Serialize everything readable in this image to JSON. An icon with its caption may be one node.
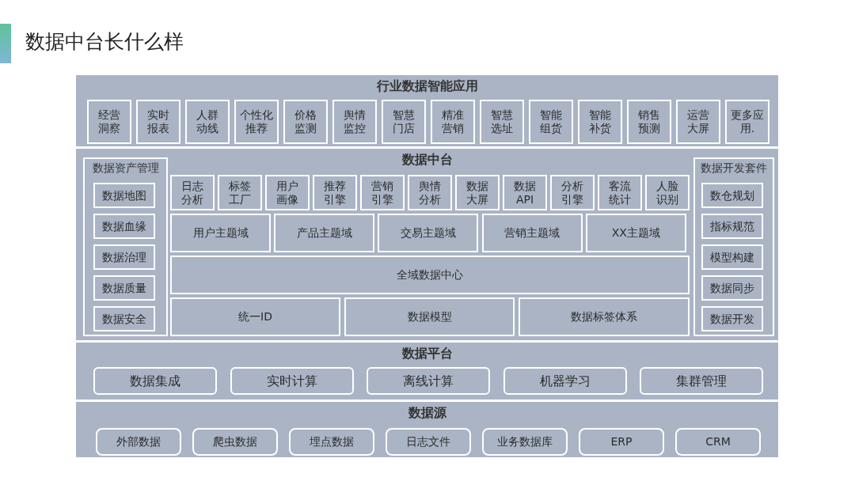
{
  "diagram": {
    "title": "数据中台长什么样",
    "nodes": [
      {
        "text": [
          "行业数据智能应用"
        ]
      },
      {
        "text": [
          "经营洞察"
        ],
        "in": 0
      },
      {
        "text": [
          "实时报表"
        ],
        "in": 0
      },
      {
        "text": [
          "人群动线"
        ],
        "in": 0
      },
      {
        "text": [
          "个性化推荐"
        ],
        "in": 0
      },
      {
        "text": [
          "价格监测"
        ],
        "in": 0
      },
      {
        "text": [
          "舆情监控"
        ],
        "in": 0
      },
      {
        "text": [
          "智慧门店"
        ],
        "in": 0
      },
      {
        "text": [
          "精准营销"
        ],
        "in": 0
      },
      {
        "text": [
          "智慧选址"
        ],
        "in": 0
      },
      {
        "text": [
          "智能组货"
        ],
        "in": 0
      },
      {
        "text": [
          "智能补货"
        ],
        "in": 0
      },
      {
        "text": [
          "销售预测"
        ],
        "in": 0
      },
      {
        "text": [
          "运营大屏"
        ],
        "in": 0
      },
      {
        "text": [
          "更多应用."
        ],
        "in": 0
      },
      {
        "text": [
          "数据中台"
        ]
      },
      {
        "text": [
          "数据资产管理"
        ],
        "in": 15
      },
      {
        "text": [
          "数据地图"
        ],
        "in": 16
      },
      {
        "text": [
          "数据血缘"
        ],
        "in": 16
      },
      {
        "text": [
          "数据治理"
        ],
        "in": 16
      },
      {
        "text": [
          "数据质量"
        ],
        "in": 16
      },
      {
        "text": [
          "数据安全"
        ],
        "in": 16
      },
      {
        "text": [
          "日志分析"
        ],
        "in": 15
      },
      {
        "text": [
          "标签工厂"
        ],
        "in": 15
      },
      {
        "text": [
          "用户画像"
        ],
        "in": 15
      },
      {
        "text": [
          "推荐引擎"
        ],
        "in": 15
      },
      {
        "text": [
          "营销引擎"
        ],
        "in": 15
      },
      {
        "text": [
          "舆情分析"
        ],
        "in": 15
      },
      {
        "text": [
          "数据大屏"
        ],
        "in": 15
      },
      {
        "text": [
          "数据API"
        ],
        "in": 15
      },
      {
        "text": [
          "分析引擎"
        ],
        "in": 15
      },
      {
        "text": [
          "客流统计"
        ],
        "in": 15
      },
      {
        "text": [
          "人脸识别"
        ],
        "in": 15
      },
      {
        "text": [
          "用户主题域"
        ],
        "in": 15
      },
      {
        "text": [
          "产品主题域"
        ],
        "in": 15
      },
      {
        "text": [
          "交易主题域"
        ],
        "in": 15
      },
      {
        "text": [
          "营销主题域"
        ],
        "in": 15
      },
      {
        "text": [
          "XX主题域"
        ],
        "in": 15
      },
      {
        "text": [
          "全域数据中心"
        ],
        "in": 15
      },
      {
        "text": [
          "统一ID"
        ],
        "in": 15
      },
      {
        "text": [
          "数据模型"
        ],
        "in": 15
      },
      {
        "text": [
          "数据标签体系"
        ],
        "in": 15
      },
      {
        "text": [
          "数据开发套件"
        ],
        "in": 15
      },
      {
        "text": [
          "数仓规划"
        ],
        "in": 42
      },
      {
        "text": [
          "指标规范"
        ],
        "in": 42
      },
      {
        "text": [
          "模型构建"
        ],
        "in": 42
      },
      {
        "text": [
          "数据同步"
        ],
        "in": 42
      },
      {
        "text": [
          "数据开发"
        ],
        "in": 42
      },
      {
        "text": [
          "数据平台"
        ]
      },
      {
        "text": [
          "数据集成"
        ],
        "in": 48
      },
      {
        "text": [
          "实时计算"
        ],
        "in": 48
      },
      {
        "text": [
          "离线计算"
        ],
        "in": 48
      },
      {
        "text": [
          "机器学习"
        ],
        "in": 48
      },
      {
        "text": [
          "集群管理"
        ],
        "in": 48
      },
      {
        "text": [
          "数据源"
        ]
      },
      {
        "text": [
          "外部数据"
        ],
        "in": 54
      },
      {
        "text": [
          "爬虫数据"
        ],
        "in": 54
      },
      {
        "text": [
          "埋点数据"
        ],
        "in": 54
      },
      {
        "text": [
          "日志文件"
        ],
        "in": 54
      },
      {
        "text": [
          "业务数据库"
        ],
        "in": 54
      },
      {
        "text": [
          "ERP"
        ],
        "in": 54
      },
      {
        "text": [
          "CRM"
        ],
        "in": 54
      }
    ]
  }
}
